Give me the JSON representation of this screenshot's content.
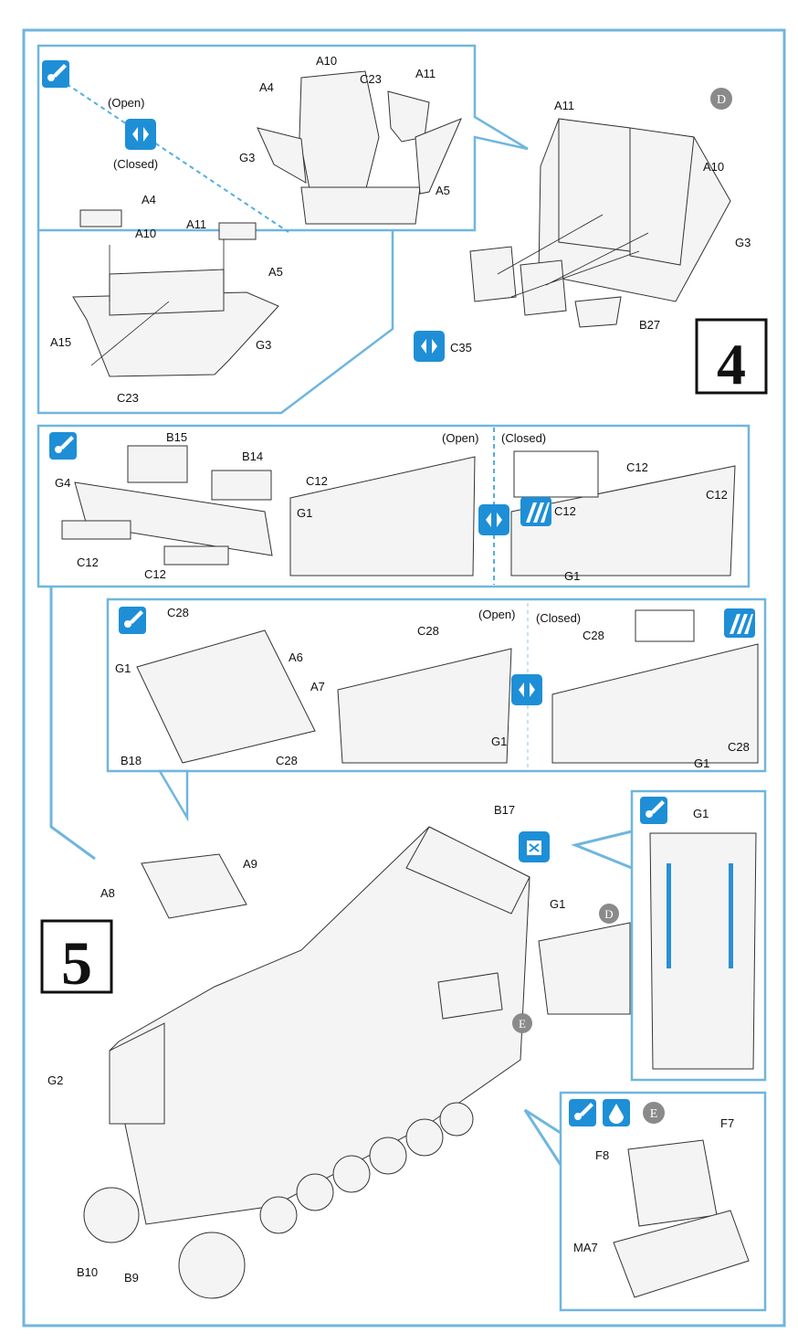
{
  "steps": {
    "step4": "4",
    "step5": "5"
  },
  "callouts": {
    "D": "D",
    "E": "E"
  },
  "panel_top": {
    "open": "(Open)",
    "closed": "(Closed)",
    "labels": [
      "A10",
      "C23",
      "A11",
      "A4",
      "G3",
      "A5",
      "A4",
      "A10",
      "A11",
      "A5",
      "G3",
      "A15",
      "C23"
    ]
  },
  "panel_step4_right": {
    "labels": [
      "A11",
      "A10",
      "G3",
      "B27",
      "C35"
    ]
  },
  "panel_row2": {
    "open": "(Open)",
    "closed": "(Closed)",
    "labels": [
      "B15",
      "B14",
      "G4",
      "C12",
      "C12",
      "C12",
      "G1",
      "C12",
      "C12",
      "C12",
      "G1"
    ]
  },
  "panel_row3": {
    "open": "(Open)",
    "closed": "(Closed)",
    "labels": [
      "C28",
      "G1",
      "A6",
      "A7",
      "B18",
      "C28",
      "C28",
      "G1",
      "C28",
      "G1",
      "C28"
    ]
  },
  "main": {
    "labels": [
      "B17",
      "A9",
      "A8",
      "G1",
      "G2",
      "B10",
      "B9"
    ]
  },
  "panel_right": {
    "labels": [
      "G1"
    ]
  },
  "panel_bottom": {
    "labels": [
      "F7",
      "F8",
      "MA7"
    ]
  },
  "icons": [
    "paint-brush-icon",
    "open-closed-toggle-icon",
    "no-glue-icon",
    "decal-icon",
    "paint-drop-icon"
  ],
  "colors": {
    "frame": "#6fb6de",
    "icon": "#1e8fd6",
    "callout": "#8a8a8a"
  }
}
